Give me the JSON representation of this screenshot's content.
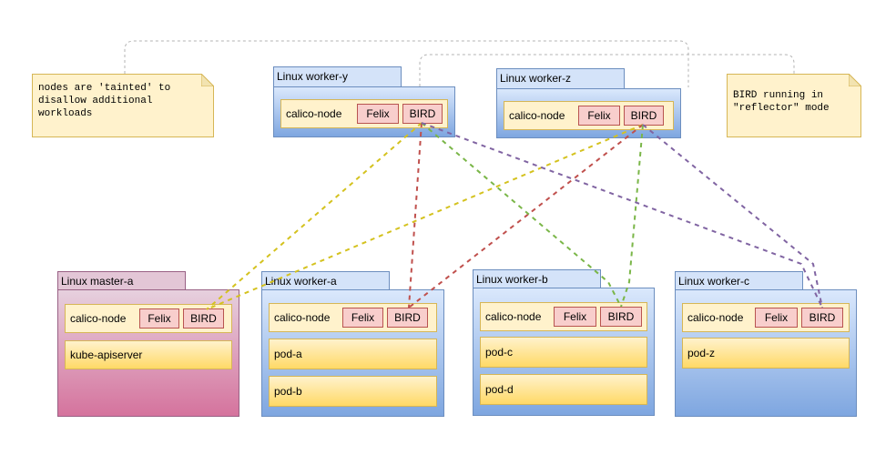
{
  "notes": {
    "tainted": "nodes are 'tainted' to\ndisallow additional\nworkloads",
    "reflector": "BIRD running in\n\"reflector\" mode"
  },
  "reflectors": [
    {
      "title": "Linux worker-y",
      "agent": "calico-node",
      "felix": "Felix",
      "bird": "BIRD"
    },
    {
      "title": "Linux worker-z",
      "agent": "calico-node",
      "felix": "Felix",
      "bird": "BIRD"
    }
  ],
  "master": {
    "title": "Linux master-a",
    "agent": "calico-node",
    "felix": "Felix",
    "bird": "BIRD",
    "workloads": [
      "kube-apiserver"
    ]
  },
  "workers": [
    {
      "title": "Linux worker-a",
      "agent": "calico-node",
      "felix": "Felix",
      "bird": "BIRD",
      "pods": [
        "pod-a",
        "pod-b"
      ]
    },
    {
      "title": "Linux worker-b",
      "agent": "calico-node",
      "felix": "Felix",
      "bird": "BIRD",
      "pods": [
        "pod-c",
        "pod-d"
      ]
    },
    {
      "title": "Linux worker-c",
      "agent": "calico-node",
      "felix": "Felix",
      "bird": "BIRD",
      "pods": [
        "pod-z"
      ]
    }
  ],
  "colors": {
    "peer_master": "#d4c21f",
    "peer_worker_a": "#c0504d",
    "peer_worker_b": "#7ab648",
    "peer_worker_c": "#8064a2",
    "note_link": "#b3b3b3"
  }
}
